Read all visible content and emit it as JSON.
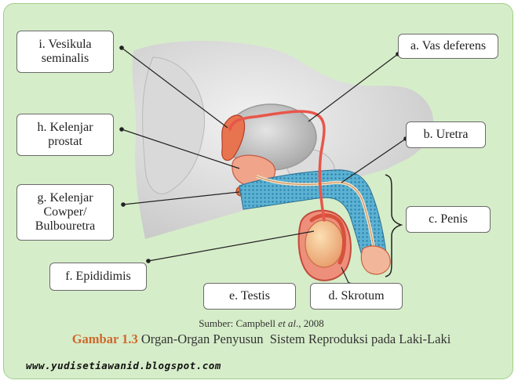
{
  "labels": {
    "vesikula": "i. Vesikula\nseminalis",
    "vas": "a. Vas deferens",
    "prostat": "h. Kelenjar\nprostat",
    "uretra": "b. Uretra",
    "cowper": "g. Kelenjar\nCowper/\nBulbouretra",
    "penis": "c. Penis",
    "epididimis": "f. Epididimis",
    "testis": "e. Testis",
    "skrotum": "d. Skrotum"
  },
  "source": {
    "prefix": "Sumber: Campbell ",
    "etal": "et al",
    "suffix": "., 2008"
  },
  "caption": {
    "number": "Gambar 1.3",
    "text": " Organ-Organ Penyusun  Sistem Reproduksi pada Laki-Laki"
  },
  "watermark": "www.yudisetiawanid.blogspot.com",
  "colors": {
    "background": "#d6edc9",
    "border": "#9fcf8a",
    "caption_number": "#d0662a",
    "urethra_tissue": "#4fa7c9",
    "organ_red": "#e8564a",
    "leader_line": "#222222"
  }
}
